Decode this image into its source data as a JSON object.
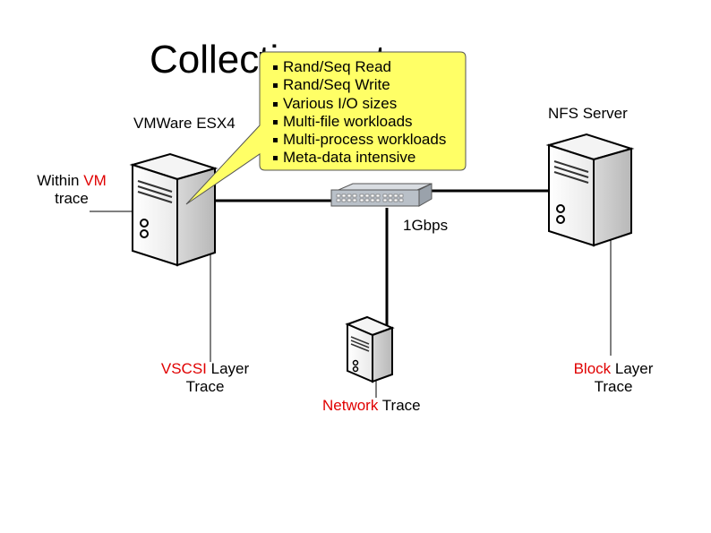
{
  "title": "Collection setup",
  "hosts": {
    "vmware": "VMWare ESX4",
    "nfs": "NFS Server"
  },
  "network": {
    "link_speed": "1Gbps"
  },
  "callout": {
    "items": [
      "Rand/Seq Read",
      "Rand/Seq Write",
      "Various I/O sizes",
      "Multi-file workloads",
      "Multi-process workloads",
      "Meta-data intensive"
    ]
  },
  "traces": {
    "vm": {
      "line1_pre": "Within ",
      "highlight": "VM",
      "line2": "trace"
    },
    "vscsi": {
      "highlight": "VSCSI",
      "rest": " Layer",
      "line2": "Trace"
    },
    "block": {
      "highlight": "Block",
      "rest": " Layer",
      "line2": "Trace"
    },
    "network": {
      "highlight": "Network",
      "rest": " Trace"
    }
  },
  "colors": {
    "highlight": "#e00000",
    "callout_fill": "#ffff66"
  }
}
